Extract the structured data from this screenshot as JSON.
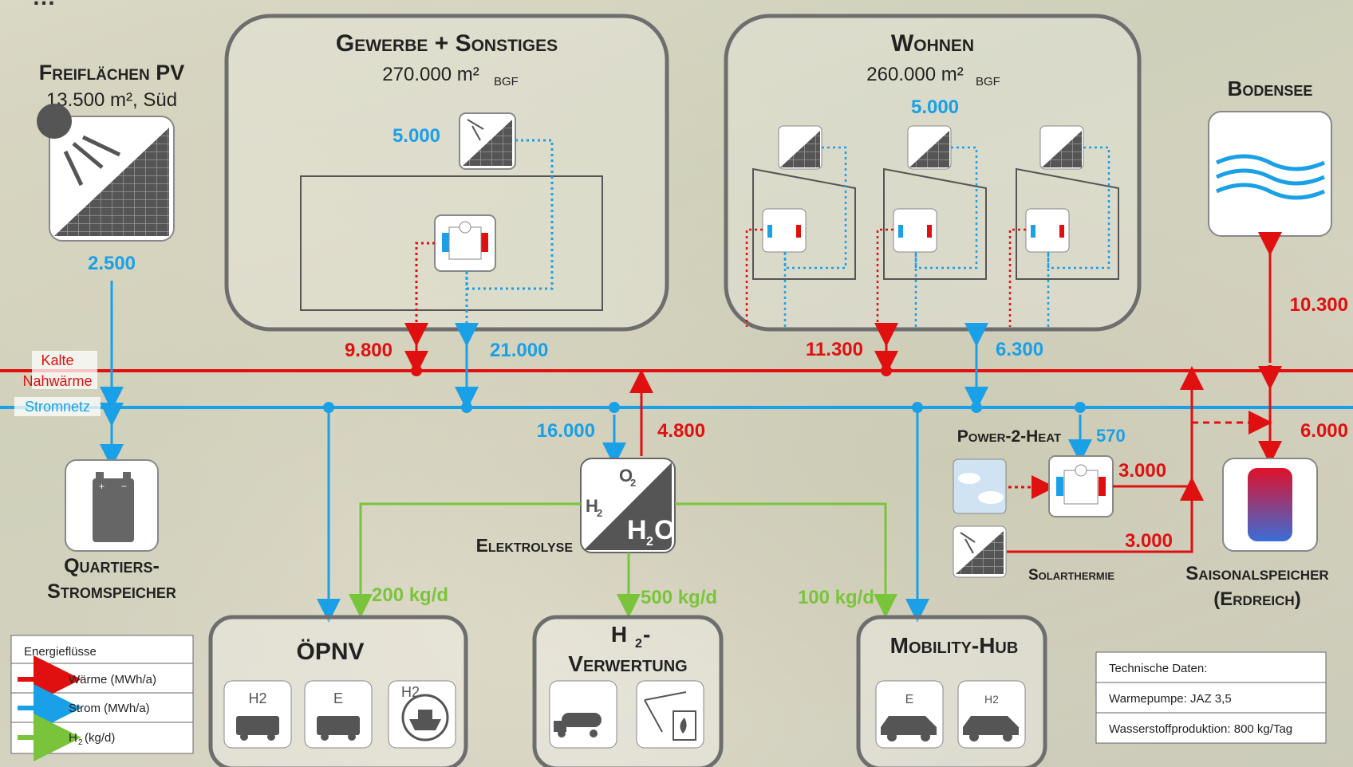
{
  "colors": {
    "heat": "#e01010",
    "power": "#1aa0e6",
    "h2": "#7ac43c",
    "box": "#6e6e6e"
  },
  "header": {
    "partial_title": "…"
  },
  "pv": {
    "title": "Freiflächen PV",
    "area": "13.500 m², Süd",
    "value": "2.500"
  },
  "gewerbe": {
    "title": "Gewerbe + Sonstiges",
    "area": "270.000 m²",
    "area_sub": "BGF",
    "pv_value": "5.000",
    "heat": "9.800",
    "power": "21.000"
  },
  "wohnen": {
    "title": "Wohnen",
    "area": "260.000 m²",
    "area_sub": "BGF",
    "pv_value": "5.000",
    "heat": "11.300",
    "power": "6.300"
  },
  "bodensee": {
    "title": "Bodensee",
    "value": "10.300"
  },
  "grids": {
    "heat_label_1": "Kalte",
    "heat_label_2": "Nahwärme",
    "power_label": "Stromnetz"
  },
  "electrolysis": {
    "label": "Elektrolyse",
    "power_in": "16.000",
    "heat_out": "4.800",
    "o2": "O",
    "h2": "H",
    "h2o": "H",
    "h2o_tail": "O"
  },
  "p2h": {
    "title": "Power-2-Heat",
    "power_in": "570",
    "heat_out": "3.000"
  },
  "solarthermie": {
    "title": "Solarthermie",
    "value": "3.000"
  },
  "storage": {
    "title_1": "Saisonalspeicher",
    "title_2": "(Erdreich)",
    "value": "6.000"
  },
  "quartier": {
    "title_1": "Quartiers-",
    "title_2": "Stromspeicher"
  },
  "flows": {
    "opnv_h2": "200 kg/d",
    "verwertung_h2": "500 kg/d",
    "mobility_h2": "100 kg/d"
  },
  "opnv": {
    "title": "ÖPNV",
    "icons": [
      "H2",
      "E",
      "H2"
    ]
  },
  "h2verwertung": {
    "title_1": "H",
    "title_1b": "-",
    "title_2": "Verwertung"
  },
  "mobility": {
    "title": "Mobility-Hub",
    "icons": [
      "E",
      "H2"
    ]
  },
  "legend": {
    "title": "Energieflüsse",
    "heat": "Wärme (MWh/a)",
    "power": "Strom (MWh/a)",
    "h2": "H",
    "h2_tail": "(kg/d)"
  },
  "tech": {
    "title": "Technische Daten:",
    "row1": "Warmepumpe: JAZ 3,5",
    "row2": "Wasserstoffproduktion: 800 kg/Tag"
  }
}
